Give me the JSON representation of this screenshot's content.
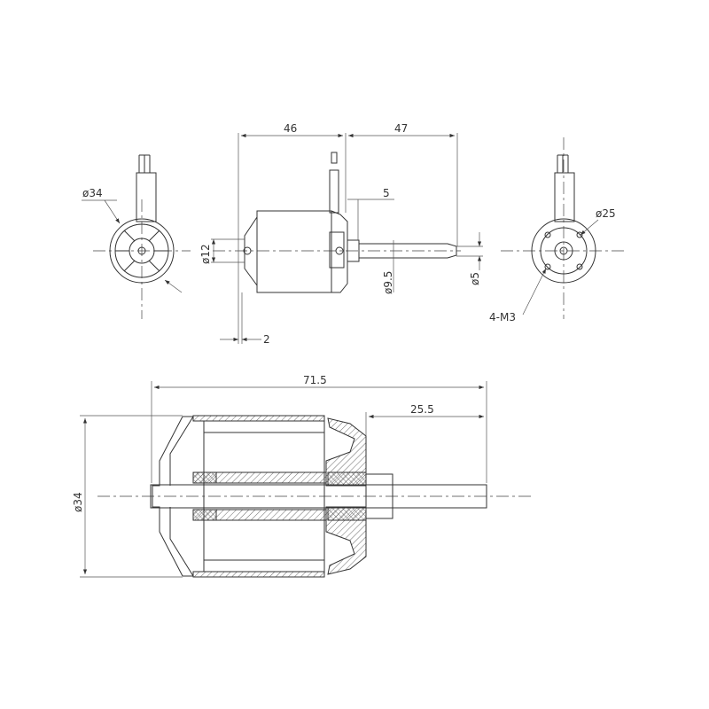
{
  "drawing": {
    "front_view": {
      "diameter_label": "ø34"
    },
    "side_view": {
      "body_length_label": "46",
      "shaft_length_label": "47",
      "bell_offset_label": "5",
      "mount_diameter_label": "ø12",
      "bearing_diameter_label": "ø9.5",
      "shaft_diameter_label": "ø5",
      "mount_thickness_label": "2"
    },
    "rear_view": {
      "bolt_circle_label": "ø25",
      "mount_holes_label": "4-M3"
    },
    "section_view": {
      "overall_length_label": "71.5",
      "front_length_label": "25.5",
      "diameter_label": "ø34"
    }
  }
}
